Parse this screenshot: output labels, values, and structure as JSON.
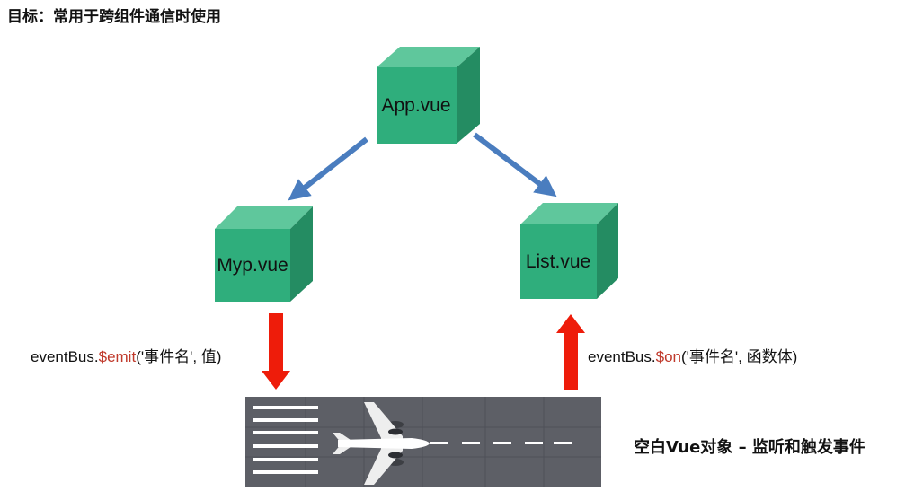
{
  "title": "目标：常用于跨组件通信时使用",
  "nodes": {
    "app": "App.vue",
    "myp": "Myp.vue",
    "list": "List.vue"
  },
  "emit_call": {
    "prefix": "eventBus.",
    "method": "$emit",
    "args": "('事件名', 值)"
  },
  "on_call": {
    "prefix": "eventBus.",
    "method": "$on",
    "args": "('事件名', 函数体)"
  },
  "caption": "空白Vue对象 – 监听和触发事件",
  "colors": {
    "cube_front": "#2fae7c",
    "cube_top": "#5fc79c",
    "cube_side": "#248c62",
    "blue_arrow": "#4a7dbf",
    "red_arrow": "#ee1c0a",
    "runway": "#5d5f66",
    "method_text": "#c0392b"
  }
}
